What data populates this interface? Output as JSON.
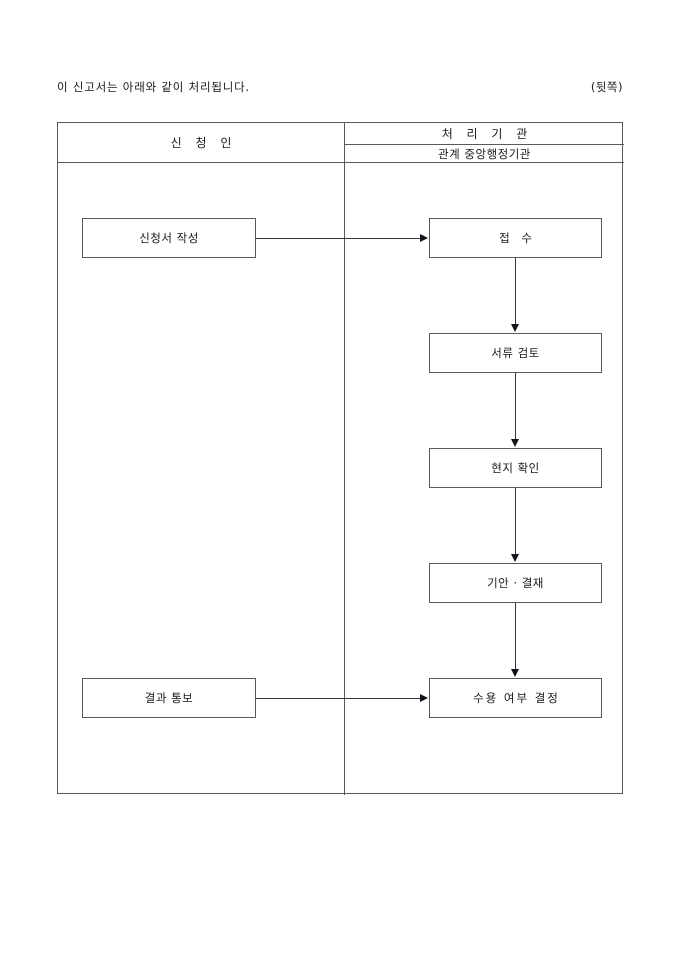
{
  "document": {
    "caption": "이 신고서는 아래와 같이 처리됩니다.",
    "page_marker": "(뒷쪽)"
  },
  "table": {
    "columns": [
      {
        "key": "applicant",
        "header": "신 청 인"
      },
      {
        "key": "agency",
        "header": "처 리 기 관",
        "subheader": "관계 중앙행정기관"
      }
    ]
  },
  "flow": {
    "applicant_nodes": [
      {
        "id": "apply",
        "label": "신청서 작성"
      },
      {
        "id": "notify",
        "label": "결과 통보"
      }
    ],
    "agency_nodes": [
      {
        "id": "receive",
        "label": "접 수"
      },
      {
        "id": "review",
        "label": "서류 검토"
      },
      {
        "id": "onsite",
        "label": "현지 확인"
      },
      {
        "id": "draft",
        "label": "기안 · 결재"
      },
      {
        "id": "decide",
        "label": "수용 여부 결정"
      }
    ],
    "connectors": [
      {
        "from": "apply",
        "to": "receive",
        "direction": "right"
      },
      {
        "from": "receive",
        "to": "review",
        "direction": "down"
      },
      {
        "from": "review",
        "to": "onsite",
        "direction": "down"
      },
      {
        "from": "onsite",
        "to": "draft",
        "direction": "down"
      },
      {
        "from": "draft",
        "to": "decide",
        "direction": "down"
      },
      {
        "from": "notify",
        "to": "decide",
        "direction": "right"
      }
    ]
  },
  "colors": {
    "border": "#555b60",
    "connector": "#333840",
    "text": "#1a1a1a",
    "background": "#ffffff"
  }
}
